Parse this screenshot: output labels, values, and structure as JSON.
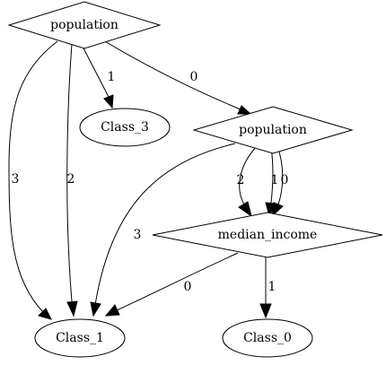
{
  "nodes": {
    "population_root": {
      "label": "population",
      "shape": "diamond"
    },
    "class_3": {
      "label": "Class_3",
      "shape": "ellipse"
    },
    "population_child": {
      "label": "population",
      "shape": "diamond"
    },
    "median_income": {
      "label": "median_income",
      "shape": "diamond"
    },
    "class_1": {
      "label": "Class_1",
      "shape": "ellipse"
    },
    "class_0": {
      "label": "Class_0",
      "shape": "ellipse"
    }
  },
  "edges": {
    "root_to_class_3": {
      "from": "population",
      "to": "Class_3",
      "label": "1"
    },
    "root_to_population": {
      "from": "population",
      "to": "population",
      "label": "0"
    },
    "root_to_class_1_a": {
      "from": "population",
      "to": "Class_1",
      "label": "3"
    },
    "root_to_class_1_b": {
      "from": "population",
      "to": "Class_1",
      "label": "2"
    },
    "population_to_median_a": {
      "from": "population",
      "to": "median_income",
      "label": "2"
    },
    "population_to_median_b": {
      "from": "population",
      "to": "median_income",
      "label": "1"
    },
    "population_to_median_c": {
      "from": "population",
      "to": "median_income",
      "label": "0"
    },
    "population_to_class_1": {
      "from": "population",
      "to": "Class_1",
      "label": "3"
    },
    "median_to_class_1": {
      "from": "median_income",
      "to": "Class_1",
      "label": "0"
    },
    "median_to_class_0": {
      "from": "median_income",
      "to": "Class_0",
      "label": "1"
    }
  }
}
